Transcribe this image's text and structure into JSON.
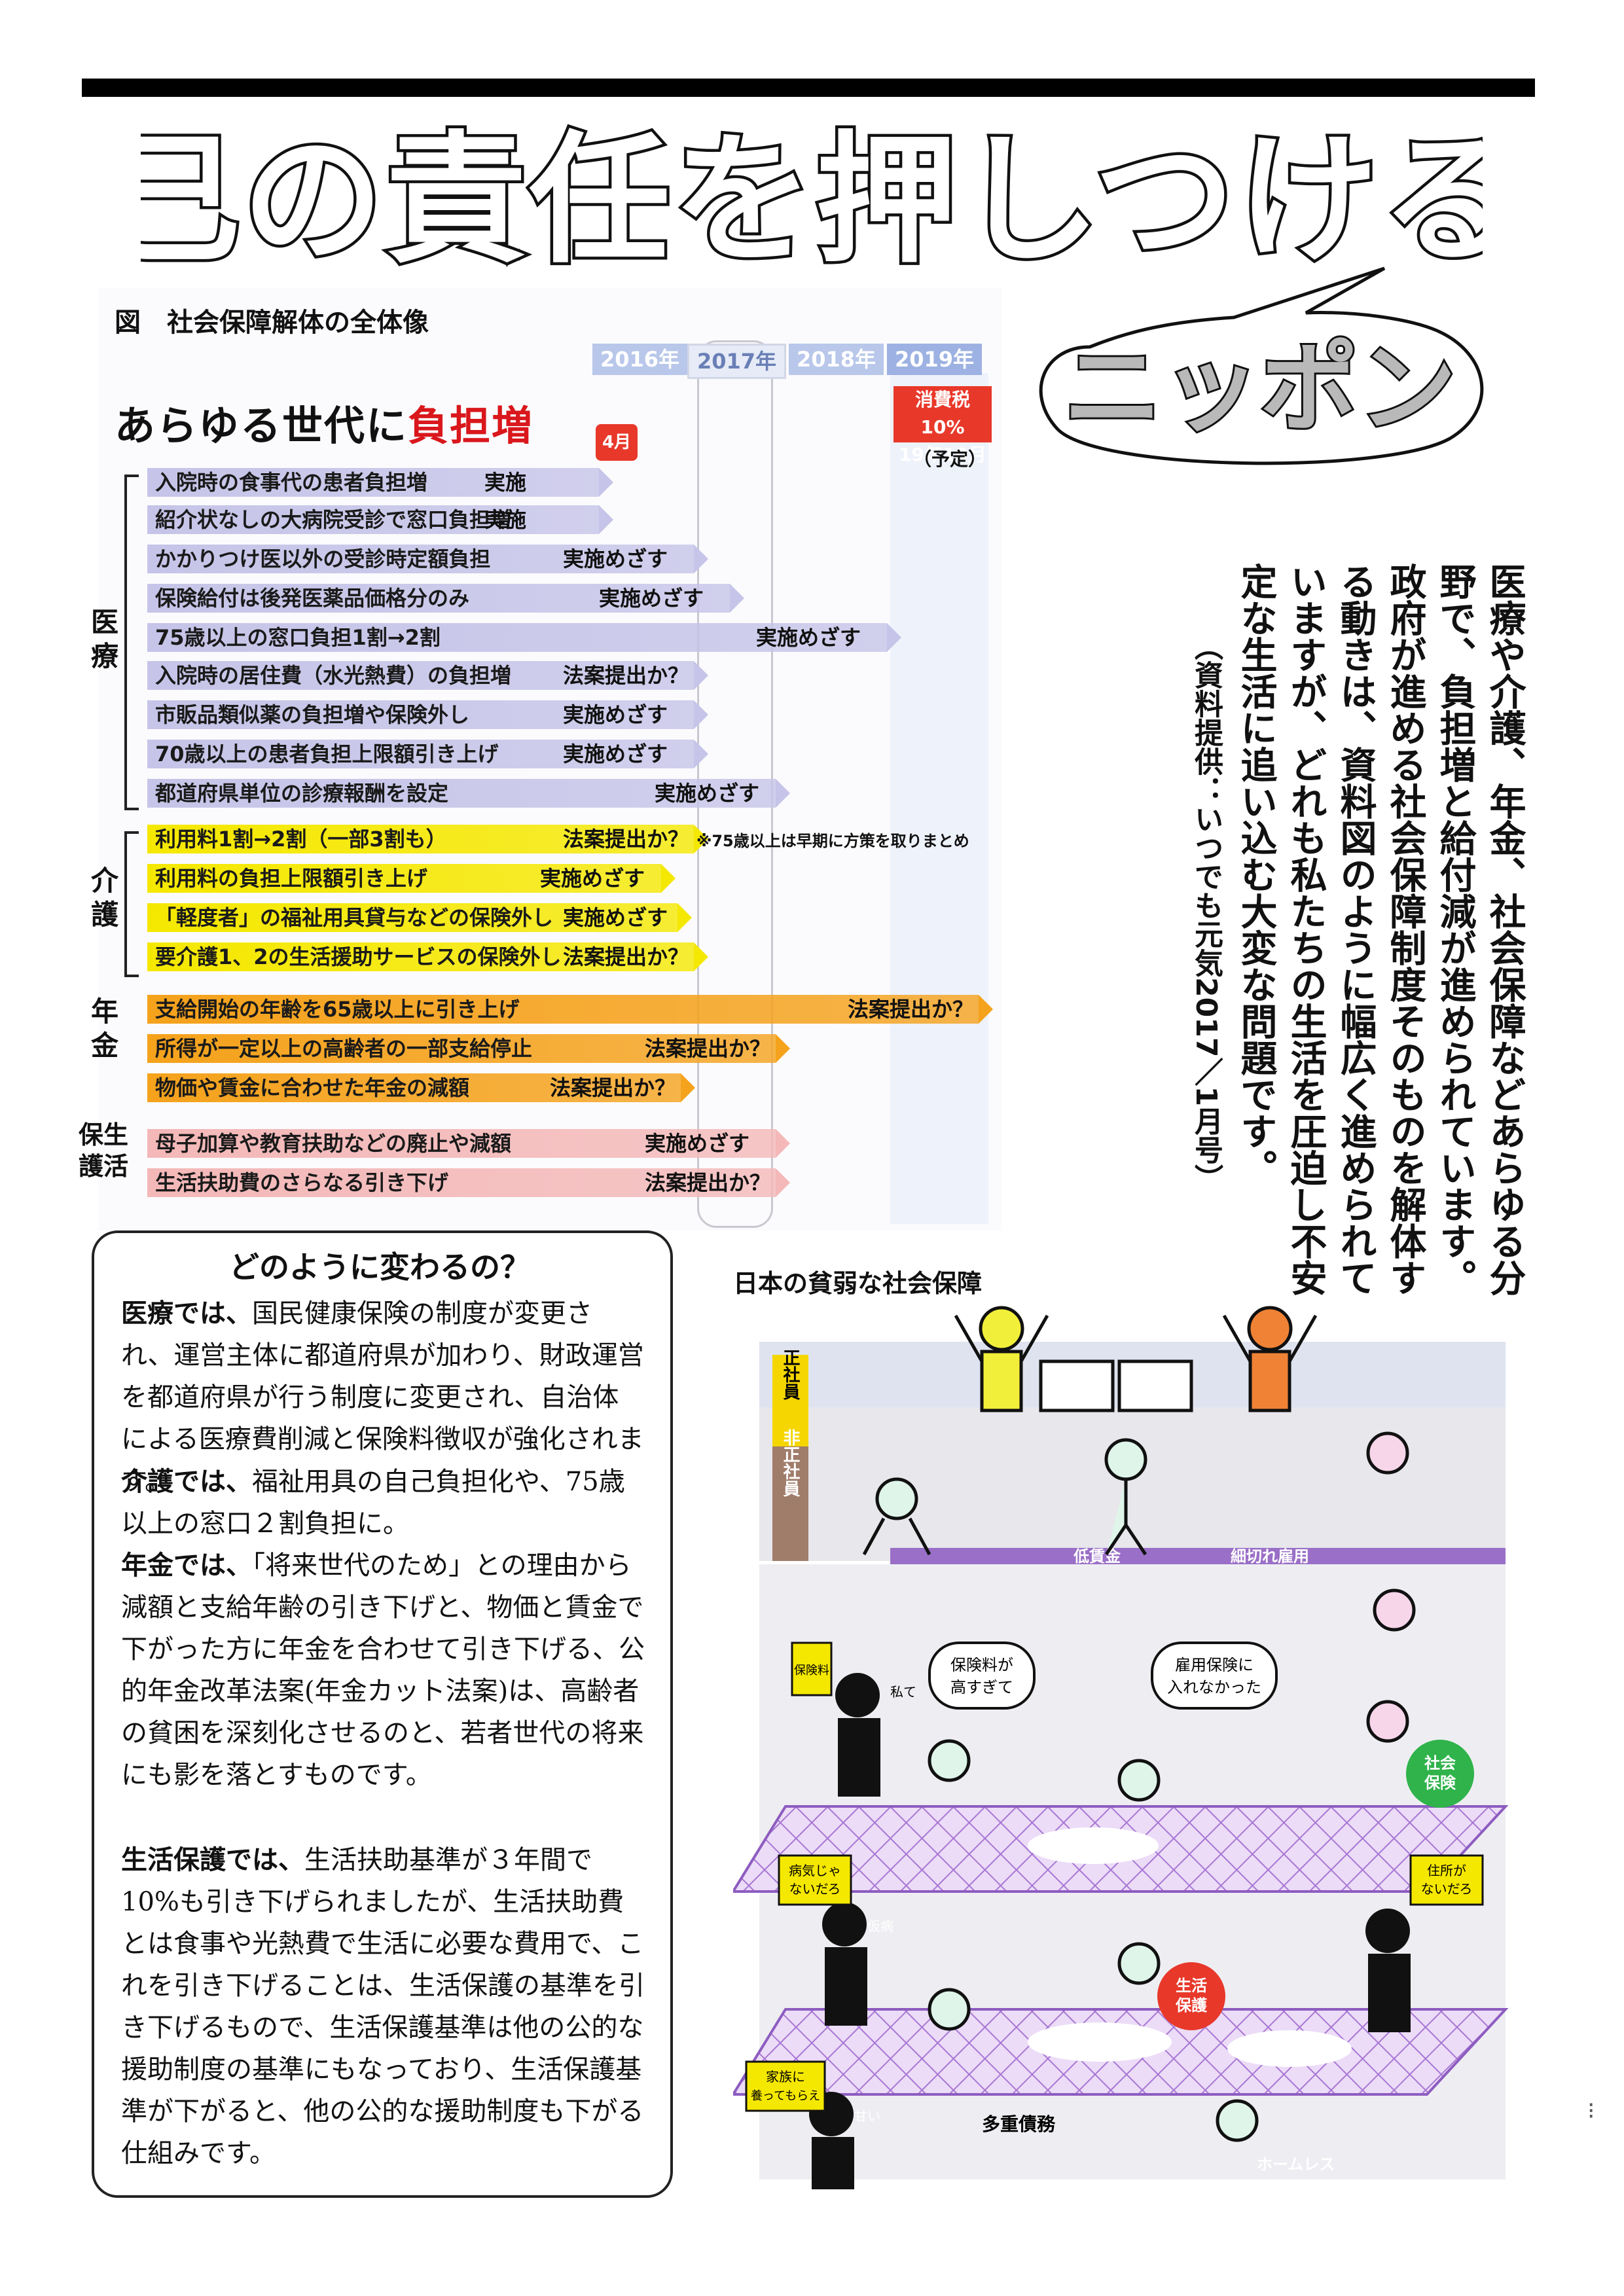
{
  "title": "自己の責任を押しつける国",
  "bubble_text": "ニッポン",
  "figure": {
    "caption": "図　社会保障解体の全体像",
    "years": [
      "2016年",
      "2017年",
      "2018年",
      "2019年"
    ],
    "headline_prefix": "あらゆる世代に",
    "headline_red": "負担増",
    "tag_april": "4月",
    "tag_tax": "消費税10%\n19年10月",
    "tag_tax_sub": "（予定）",
    "groups": {
      "iryo": "医療",
      "kaigo": "介護",
      "nenkin": "年金",
      "seiho": "保生護活"
    },
    "rows": [
      {
        "label": "入院時の食事代の患者負担増",
        "status": "実施"
      },
      {
        "label": "紹介状なしの大病院受診で窓口負担増",
        "status": "実施"
      },
      {
        "label": "かかりつけ医以外の受診時定額負担",
        "status": "実施めざす"
      },
      {
        "label": "保険給付は後発医薬品価格分のみ",
        "status": "実施めざす"
      },
      {
        "label": "75歳以上の窓口負担1割→2割",
        "status": "実施めざす"
      },
      {
        "label": "入院時の居住費（水光熱費）の負担増",
        "status": "法案提出か？"
      },
      {
        "label": "市販品類似薬の負担増や保険外し",
        "status": "実施めざす"
      },
      {
        "label": "70歳以上の患者負担上限額引き上げ",
        "status": "実施めざす"
      },
      {
        "label": "都道府県単位の診療報酬を設定",
        "status": "実施めざす"
      },
      {
        "label": "利用料1割→2割（一部3割も）",
        "status": "法案提出か？",
        "note": "※75歳以上は早期に方策を取りまとめ"
      },
      {
        "label": "利用料の負担上限額引き上げ",
        "status": "実施めざす"
      },
      {
        "label": "「軽度者」の福祉用具貸与などの保険外し",
        "status": "実施めざす"
      },
      {
        "label": "要介護1、2の生活援助サービスの保険外し",
        "status": "法案提出か？"
      },
      {
        "label": "支給開始の年齢を65歳以上に引き上げ",
        "status": "法案提出か？"
      },
      {
        "label": "所得が一定以上の高齢者の一部支給停止",
        "status": "法案提出か？"
      },
      {
        "label": "物価や賃金に合わせた年金の減額",
        "status": "法案提出か？"
      },
      {
        "label": "母子加算や教育扶助などの廃止や減額",
        "status": "実施めざす"
      },
      {
        "label": "生活扶助費のさらなる引き下げ",
        "status": "法案提出か？"
      }
    ]
  },
  "vertical_body": "医療や介護、年金、社会保障などあらゆる分野で、負担増と給付減が進められています。　政府が進める社会保障制度そのものを解体する動きは、資料図のように幅広く進められていますが、どれも私たちの生活を圧迫し不安定な生活に追い込む大変な問題です。",
  "vertical_source": "（資料提供：いつでも元気2017／1月号）",
  "box": {
    "title": "どのように変わるの？",
    "p1_head": "医療では、",
    "p1_body": "国民健康保険の制度が変更され、運営主体に都道府県が加わり、財政運営を都道府県が行う制度に変更され、自治体による医療費削減と保険料徴収が強化されます。",
    "p2_head": "介護では、",
    "p2_body": "福祉用具の自己負担化や、75歳以上の窓口２割負担に。",
    "p3_head": "年金では、",
    "p3_body": "「将来世代のため」との理由から減額と支給年齢の引き下げと、物価と賃金で下がった方に年金を合わせて引き下げる、公的年金改革法案(年金カット法案)は、高齢者の貧困を深刻化させるのと、若者世代の将来にも影を落とすものです。",
    "p4_head": "生活保護では、",
    "p4_body": "生活扶助基準が３年間で 10%も引き下げられましたが、生活扶助費とは食事や光熱費で生活に必要な費用で、これを引き下げることは、生活保護の基準を引き下げるもので、生活保護基準は他の公的な援助制度の基準にもなっており、生活保護基準が下がると、他の公的な援助制度も下がる仕組みです。"
  },
  "illustration": {
    "title": "日本の貧弱な社会保障",
    "labels": {
      "seishain": "正社員",
      "hiseishain": "非正社員",
      "teichingin": "低賃金",
      "gire": "細切れ雇用",
      "bubble1a": "保険料が",
      "bubble1b": "高すぎて",
      "bubble2a": "雇用保険に",
      "bubble2b": "入れなかった",
      "shakai1": "社会",
      "shakai2": "保険",
      "seikatsu1": "生活",
      "seikatsu2": "保護",
      "sign1": "保険料",
      "sign2a": "病気じゃ",
      "sign2b": "ないだろ",
      "sign3a": "住所が",
      "sign3b": "ないだろ",
      "sign4a": "家族に",
      "sign4b": "養ってもらえ",
      "tag_jiko": "私て",
      "tag_ama": "甘い",
      "tag_kebyou": "仮病",
      "taju": "多重債務",
      "homeless": "ホームレス"
    }
  },
  "colors": {
    "iryo": "#c6c4e8",
    "kaigo": "#f5e800",
    "nenkin": "#f5a21c",
    "seiho": "#f4b8b8",
    "red": "#d9171c",
    "net": "#c9a6e6"
  }
}
